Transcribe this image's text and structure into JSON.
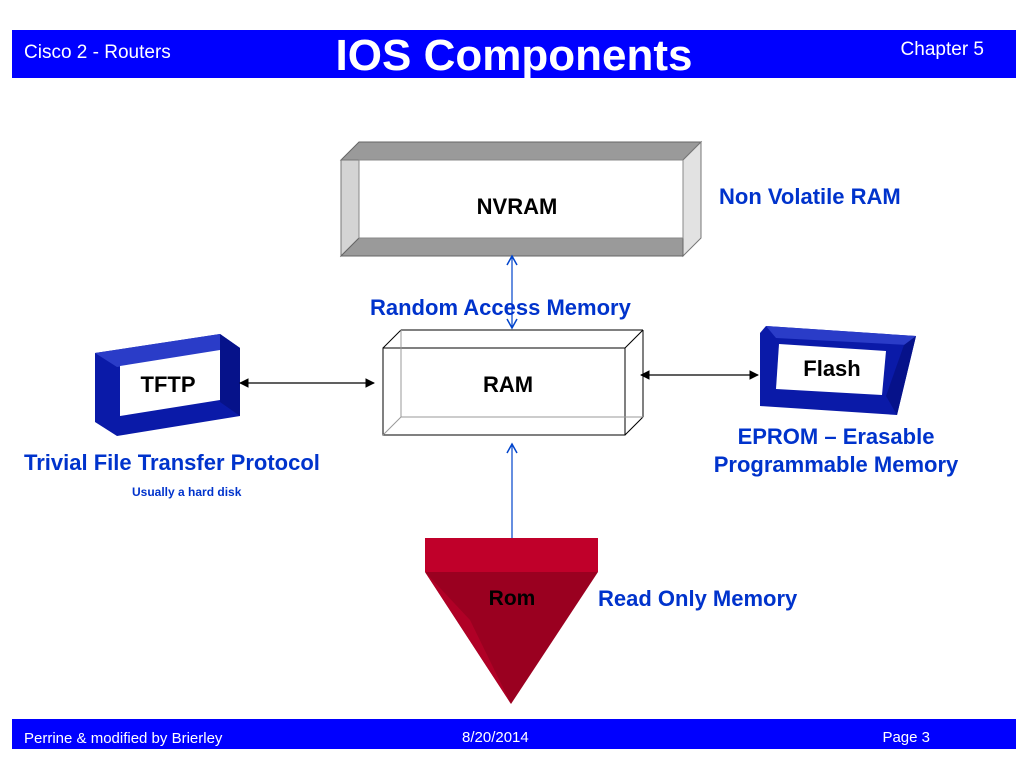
{
  "header": {
    "course": "Cisco 2 - Routers",
    "title": "IOS Components",
    "chapter": "Chapter 5"
  },
  "diagram": {
    "nvram": {
      "label": "NVRAM",
      "caption": "Non Volatile RAM"
    },
    "ram": {
      "label": "RAM",
      "caption": "Random Access Memory"
    },
    "tftp": {
      "label": "TFTP",
      "caption": "Trivial File Transfer Protocol",
      "note": "Usually a hard disk"
    },
    "flash": {
      "label": "Flash",
      "caption_line1": "EPROM – Erasable",
      "caption_line2": "Programmable Memory"
    },
    "rom": {
      "label": "Rom",
      "caption": "Read Only Memory"
    }
  },
  "footer": {
    "author": "Perrine & modified by Brierley",
    "date": "8/20/2014",
    "page": "Page 3"
  },
  "colors": {
    "brand_blue": "#0000ff",
    "label_blue": "#0033cc",
    "box_blue": "#0a1aa8",
    "rom_red": "#b5001f",
    "rom_dark": "#8a0018",
    "connector_blue": "#0044cc"
  }
}
